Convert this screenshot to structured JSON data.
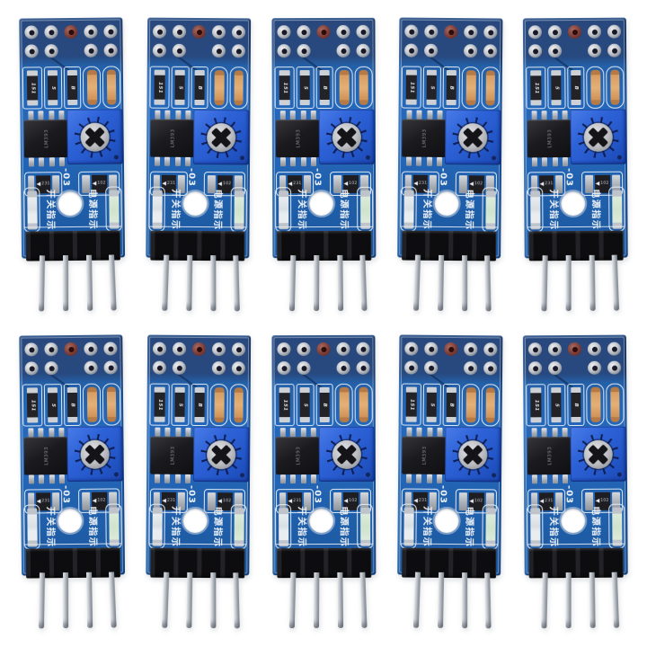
{
  "image": {
    "type": "product-photo",
    "subject": "Lot of 10 identical blue sensor comparator modules (LM393 with blue trim potentiometer and 4-pin angled header) on white background",
    "background_color": "#ffffff",
    "arrangement": {
      "rows": 2,
      "columns": 5,
      "total_modules": 10
    }
  },
  "module": {
    "ic_label": "LM393",
    "version_label": "-03",
    "left_indicator_label": "开关指示",
    "right_indicator_label": "电源指示",
    "resistor_labels": [
      "151",
      "5",
      "B"
    ],
    "diode_labels": [
      "231",
      "102"
    ],
    "diode_arrow": "◀",
    "pin_count": 4,
    "top_hole_rows": [
      5,
      4
    ],
    "colors": {
      "pcb_blue": "#2365b5",
      "pcb_top_band": "#27497f",
      "potentiometer_blue": "#2e63d8",
      "silkscreen_white": "#eef3f8",
      "capacitor_orange": "#d79d62",
      "header_black": "#121214",
      "pin_silver": "#c6cad0",
      "filled_hole_maroon": "#7c3c36"
    }
  }
}
